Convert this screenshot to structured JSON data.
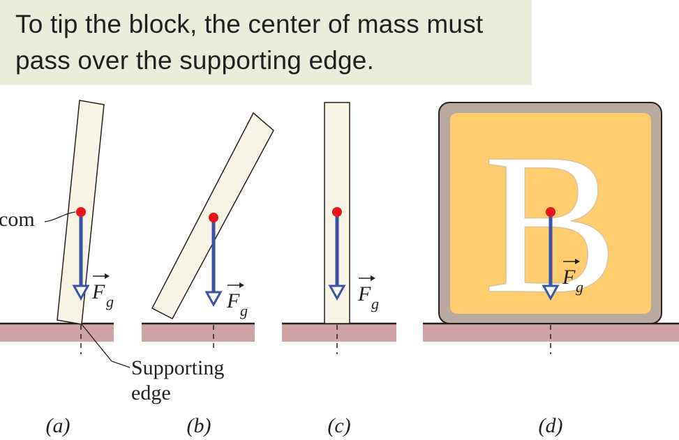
{
  "caption": {
    "line1": "To tip the block, the center of mass must",
    "line2": "pass over the supporting edge."
  },
  "labels": {
    "com": "com",
    "supporting_edge_line1": "Supporting",
    "supporting_edge_line2": "edge",
    "force_symbol": "F",
    "force_subscript": "g"
  },
  "panels": [
    {
      "id": "a",
      "label": "(a)"
    },
    {
      "id": "b",
      "label": "(b)"
    },
    {
      "id": "c",
      "label": "(c)"
    },
    {
      "id": "d",
      "label": "(d)"
    }
  ],
  "block_d_letter": "B",
  "colors": {
    "caption_bg": "#e9eedb",
    "block_fill": "#f8f4e6",
    "floor": "#cfa3a4",
    "force_arrow": "#3b53a4",
    "com_dot": "#e8131b",
    "letter_block_face": "#ffcc6e",
    "letter_block_border": "#b9a99f"
  }
}
